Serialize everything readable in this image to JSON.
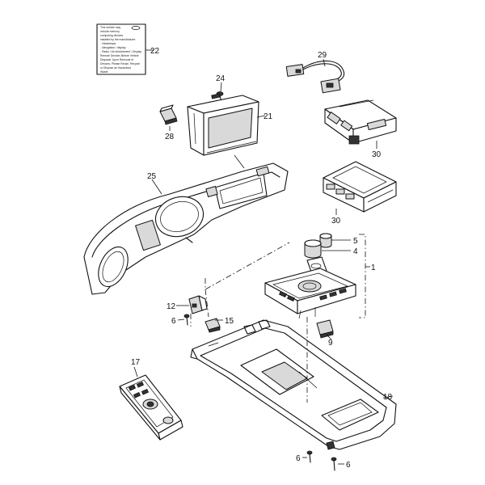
{
  "callouts": {
    "c1": "1",
    "c4": "4",
    "c5": "5",
    "c6a": "6",
    "c6b": "6",
    "c6c": "6",
    "c9": "9",
    "c12": "12",
    "c15": "15",
    "c17": "17",
    "c18": "18",
    "c21": "21",
    "c22": "22",
    "c24": "24",
    "c25": "25",
    "c28": "28",
    "c29": "29",
    "c30a": "30",
    "c30b": "30"
  },
  "label_22": {
    "lines": [
      "This vehicle may",
      "include memory",
      "computing devices",
      "installed by the manufacturer",
      "- Headlamps",
      "- Navigation / display",
      "- Radio / Air infotainment / Display",
      "Remote Devices Before Vehicle",
      "Disposal. Upon Removal of",
      "Devices, Please Reuse, Recycle",
      "or Dispose as Hazardous",
      "Waste"
    ]
  }
}
